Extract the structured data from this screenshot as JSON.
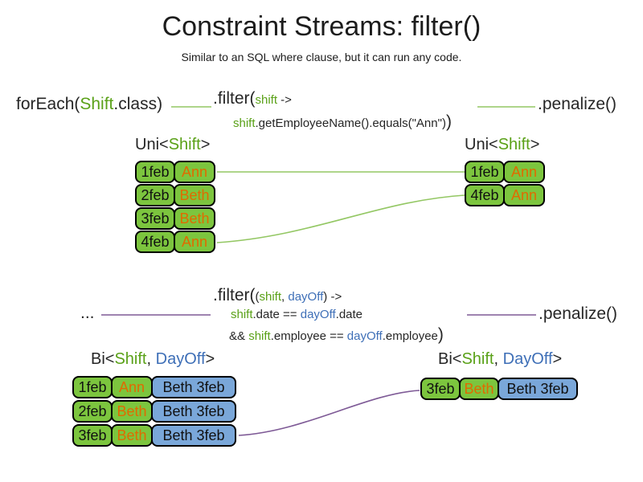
{
  "title": "Constraint Streams: filter()",
  "subtitle": "Similar to an SQL where clause, but it can run any code.",
  "colors": {
    "green-text": "#5aa118",
    "green-fill": "#7cc53e",
    "green-line": "#93c763",
    "orange-text": "#e06a00",
    "blue-text": "#3e6fb7",
    "blue-fill": "#7aa7d9",
    "purple-line": "#7e5a96",
    "ink": "#262626"
  },
  "flow1": {
    "foreach_pre": "forEach(",
    "foreach_class": "Shift",
    "foreach_post": ".class)",
    "filter_head": ".filter(",
    "filter_param": "shift",
    "filter_arrow": " ->",
    "body_param": "shift",
    "body_rest": ".getEmployeeName().equals(\"Ann\")",
    "body_close": ")",
    "penalize": ".penalize()",
    "type_label": {
      "pre": "Uni<",
      "shift": "Shift",
      "post": ">"
    },
    "left_table": {
      "rows": [
        {
          "date": "1feb",
          "name": "Ann"
        },
        {
          "date": "2feb",
          "name": "Beth"
        },
        {
          "date": "3feb",
          "name": "Beth"
        },
        {
          "date": "4feb",
          "name": "Ann"
        }
      ]
    },
    "right_table": {
      "rows": [
        {
          "date": "1feb",
          "name": "Ann"
        },
        {
          "date": "4feb",
          "name": "Ann"
        }
      ]
    }
  },
  "flow2": {
    "ellipsis": "...",
    "filter_head": ".filter(",
    "open_paren": "(",
    "param1": "shift",
    "comma": ", ",
    "param2": "dayOff",
    "close_paren": ")",
    "arrow": " ->",
    "l2_p1": "shift",
    "l2_m1": ".date == ",
    "l2_p2": "dayOff",
    "l2_m2": ".date",
    "l3_pre": "&& ",
    "l3_p1": "shift",
    "l3_m1": ".employee == ",
    "l3_p2": "dayOff",
    "l3_m2": ".employee",
    "l3_close": ")",
    "penalize": ".penalize()",
    "type_label": {
      "pre": "Bi<",
      "shift": "Shift",
      "comma": ", ",
      "dayoff": "DayOff",
      "post": ">"
    },
    "left_table": {
      "rows": [
        {
          "date": "1feb",
          "name": "Ann",
          "pair": "Beth 3feb"
        },
        {
          "date": "2feb",
          "name": "Beth",
          "pair": "Beth 3feb"
        },
        {
          "date": "3feb",
          "name": "Beth",
          "pair": "Beth 3feb"
        }
      ]
    },
    "right_table": {
      "rows": [
        {
          "date": "3feb",
          "name": "Beth",
          "pair": "Beth 3feb"
        }
      ]
    }
  }
}
